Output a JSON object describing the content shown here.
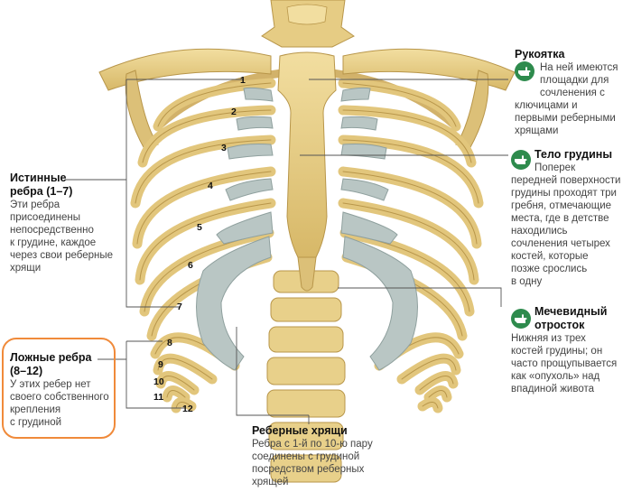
{
  "rib_numbers": [
    "1",
    "2",
    "3",
    "4",
    "5",
    "6",
    "7",
    "8",
    "9",
    "10",
    "11",
    "12"
  ],
  "manubrium": {
    "title": "Рукоятка",
    "lines": [
      "На ней имеются",
      "площадки для",
      "сочленения с",
      "ключицами и",
      "первыми реберными",
      "хрящами"
    ],
    "icon": "pointing-hand-icon"
  },
  "sternum_body": {
    "title": "Тело грудины",
    "lines": [
      "Поперек",
      "передней поверхности",
      "грудины проходят три",
      "гребня, отмечающие",
      "места, где в детстве",
      "находились",
      "сочленения четырех",
      "костей, которые",
      "позже срослись",
      "в одну"
    ],
    "icon": "pointing-hand-icon"
  },
  "xiphoid": {
    "title_lines": [
      "Мечевидный",
      "отросток"
    ],
    "lines": [
      "Нижняя из трех",
      "костей грудины; он",
      "часто прощупывается",
      "как «опухоль» над",
      "впадиной живота"
    ],
    "icon": "pointing-hand-icon"
  },
  "true_ribs": {
    "title_lines": [
      "Истинные",
      "ребра (1–7)"
    ],
    "lines": [
      "Эти ребра",
      "присоединены",
      "непосредственно",
      "к грудине, каждое",
      "через свои реберные",
      "хрящи"
    ]
  },
  "false_ribs": {
    "title_lines": [
      "Ложные ребра",
      "(8–12)"
    ],
    "lines": [
      "У этих ребер нет",
      "своего собственного",
      "крепления",
      "с грудиной"
    ],
    "highlight_color": "#f08a3a"
  },
  "costal_cartilage": {
    "title": "Реберные хрящи",
    "lines": [
      "Ребра с 1-й по 10-ю пару",
      "соединены с грудиной",
      "посредством реберных",
      "хрящей"
    ]
  },
  "colors": {
    "bone": "#e8d08a",
    "bone_shadow": "#c9a85a",
    "cartilage": "#b9c6c4",
    "icon_green": "#2e8b4d",
    "leader": "#555555"
  }
}
